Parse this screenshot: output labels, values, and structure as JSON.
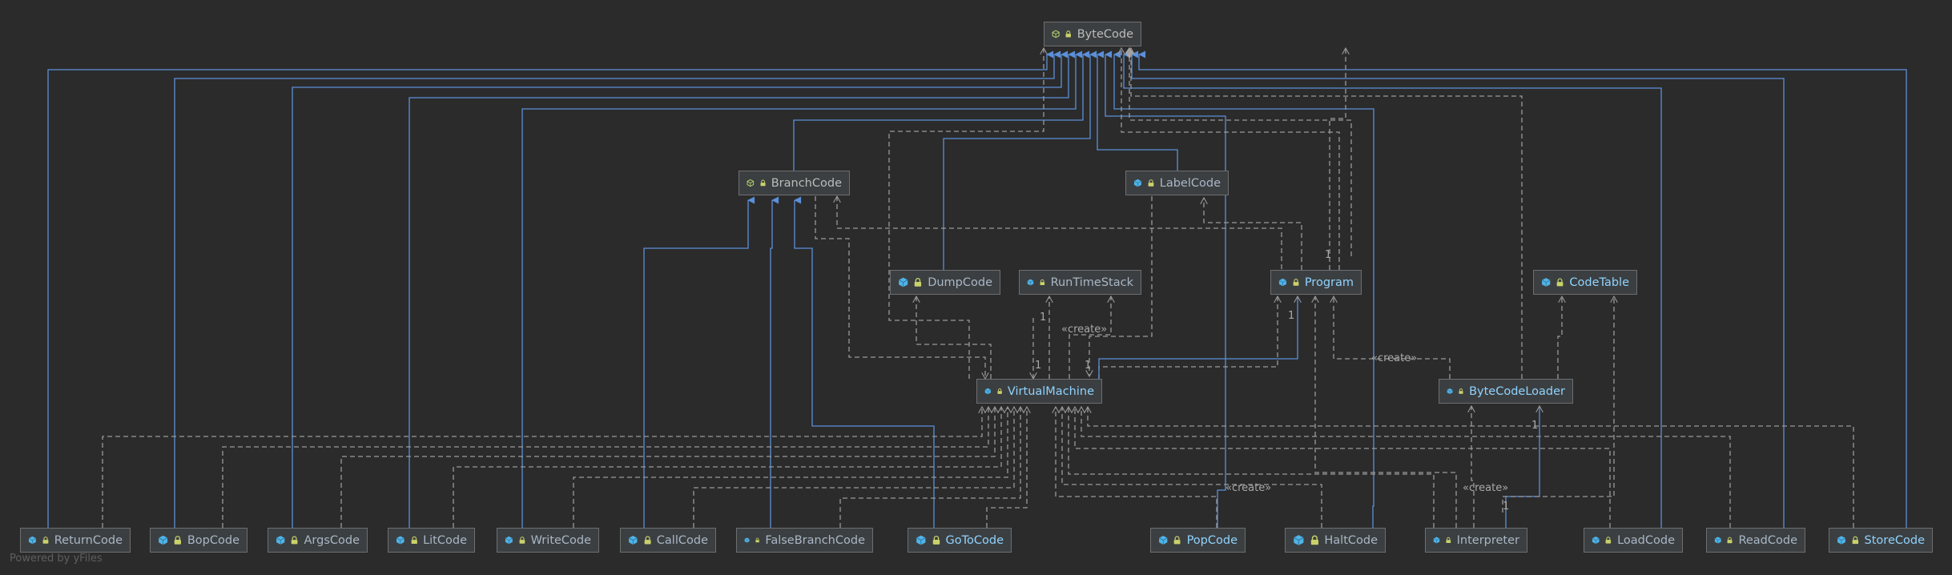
{
  "nodes": {
    "bytecode": "ByteCode",
    "branchcode": "BranchCode",
    "labelcode": "LabelCode",
    "dumpcode": "DumpCode",
    "runtimestack": "RunTimeStack",
    "program": "Program",
    "codetable": "CodeTable",
    "virtualmachine": "VirtualMachine",
    "bytecodeloader": "ByteCodeLoader",
    "returncode": "ReturnCode",
    "bopcode": "BopCode",
    "argscode": "ArgsCode",
    "litcode": "LitCode",
    "writecode": "WriteCode",
    "callcode": "CallCode",
    "falsebranchcode": "FalseBranchCode",
    "gotocode": "GoToCode",
    "popcode": "PopCode",
    "haltcode": "HaltCode",
    "interpreter": "Interpreter",
    "loadcode": "LoadCode",
    "readcode": "ReadCode",
    "storecode": "StoreCode"
  },
  "edge_labels": {
    "create": "«create»",
    "one": "1"
  },
  "icons": {
    "abstract": "abstract-class-icon",
    "class": "class-icon",
    "lock": "lock-icon"
  },
  "colors": {
    "inheritance": "#5b8fd9",
    "dependency": "#9a9a9a",
    "node_bg": "#3c3f41",
    "node_border": "#6e6e6e",
    "abstract_icon": "#b5d36c",
    "class_icon": "#4fb4e8",
    "lock_icon": "#c9d26a"
  },
  "watermark": "Powered by yFiles"
}
